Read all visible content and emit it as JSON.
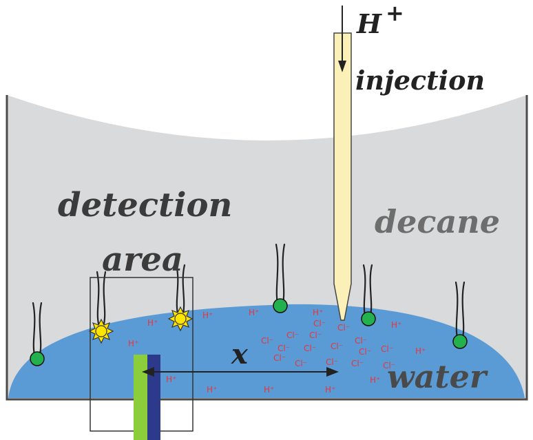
{
  "labels": {
    "h_plus_head": "H",
    "h_plus_sup": "+",
    "injection": "injection",
    "detection_line1": "detection",
    "detection_line2": "area",
    "decane": "decane",
    "water": "water",
    "x": "x"
  },
  "ions": {
    "h_plus": "H⁺",
    "cl_minus": "Cl⁻"
  },
  "colors": {
    "decane_fill": "#d9dadb",
    "water_fill": "#5b9bd5",
    "container_line": "#4a4a4a",
    "needle_fill": "#fbf1b8",
    "ion_text": "#e8343a",
    "surfactant_head": "#22b14c",
    "sun_fill": "#ffe500",
    "green_bar": "#8ccd3c",
    "blue_bar": "#2d3a8c",
    "label_dark": "#3b3b3b",
    "label_gray": "#6d6d6d"
  }
}
